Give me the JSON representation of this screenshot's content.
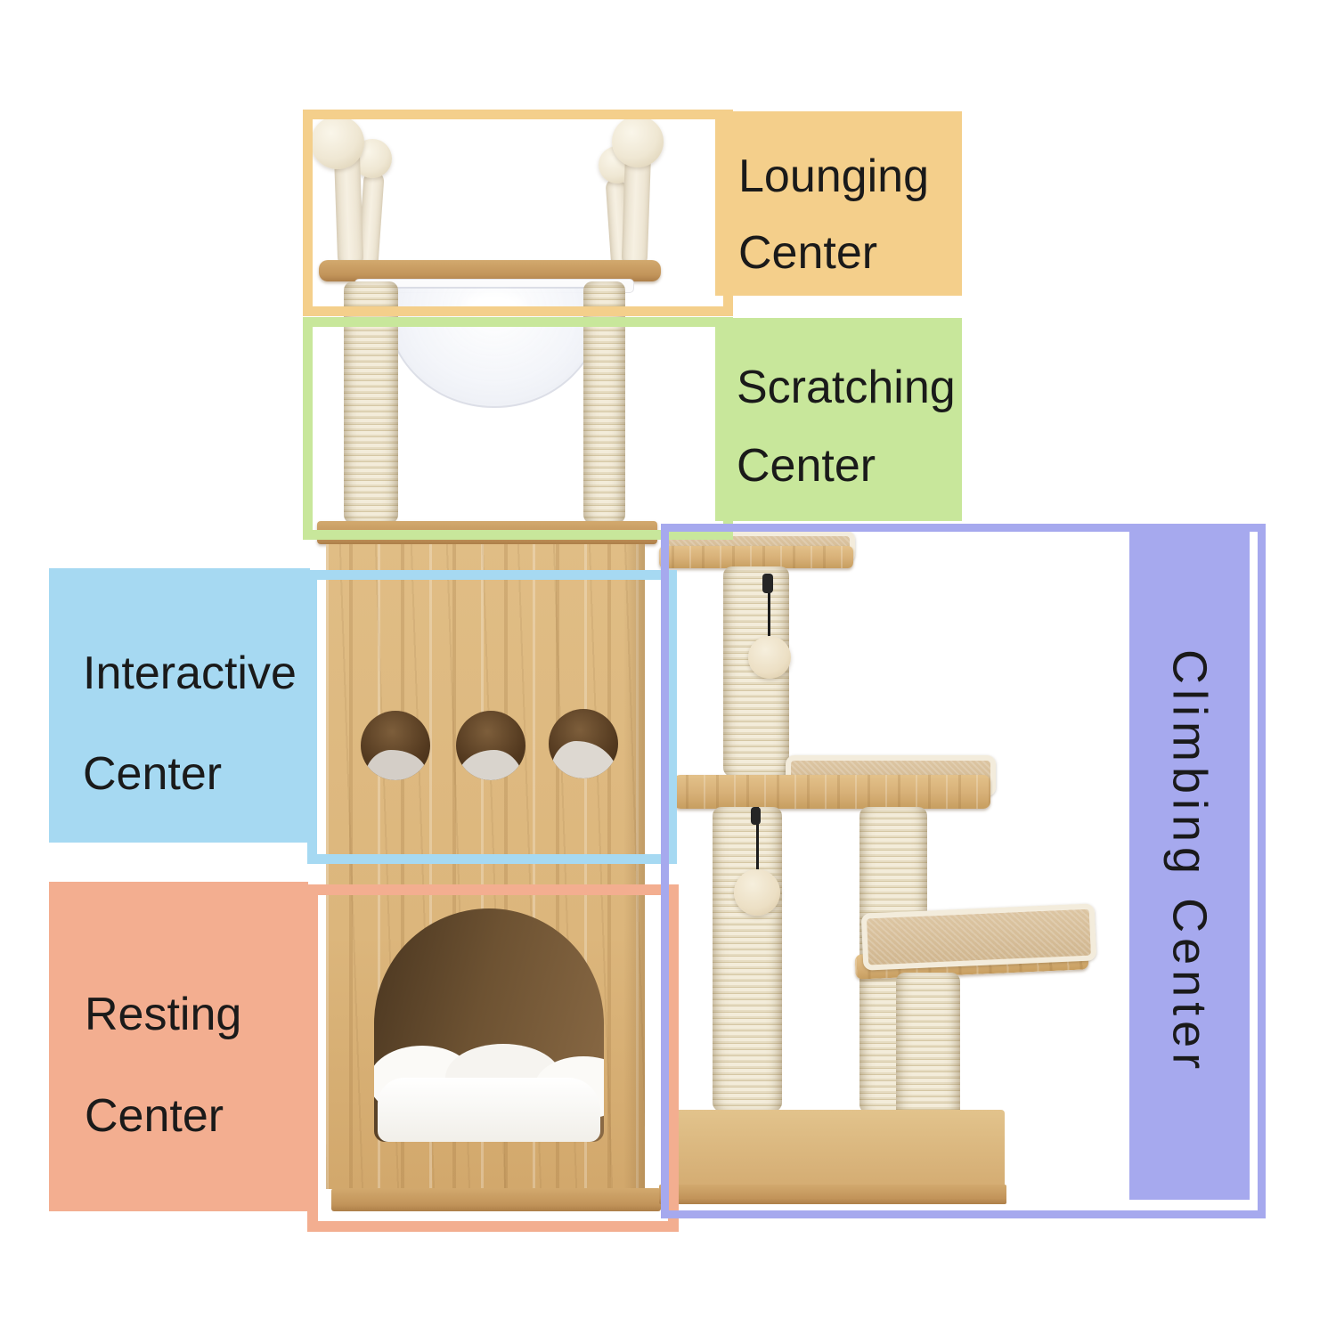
{
  "zones": {
    "lounging": {
      "line1": "Lounging",
      "line2": "Center",
      "color": "#F4CF8B"
    },
    "scratching": {
      "line1": "Scratching",
      "line2": "Center",
      "color": "#C8E79B"
    },
    "interactive": {
      "line1": "Interactive",
      "line2": "Center",
      "color": "#A6D9F2"
    },
    "resting": {
      "line1": "Resting",
      "line2": "Center",
      "color": "#F3AE90"
    },
    "climbing": {
      "label": "Climbing Center",
      "color": "#A6A9EE"
    }
  },
  "text_color": "#1a1a1a",
  "colors": {
    "background": "#FFFFFF",
    "wood": "#DCB67C",
    "wood_dark": "#C2945A",
    "sisal": "#EFE7D4",
    "plush": "#F3EDE0",
    "scratch_mat": "#D8C19E",
    "mat_border": "#F3ECDC",
    "hole_interior": "#4E3A24",
    "bed": "#FCFBF9",
    "toy_string": "#1D1D1D"
  }
}
